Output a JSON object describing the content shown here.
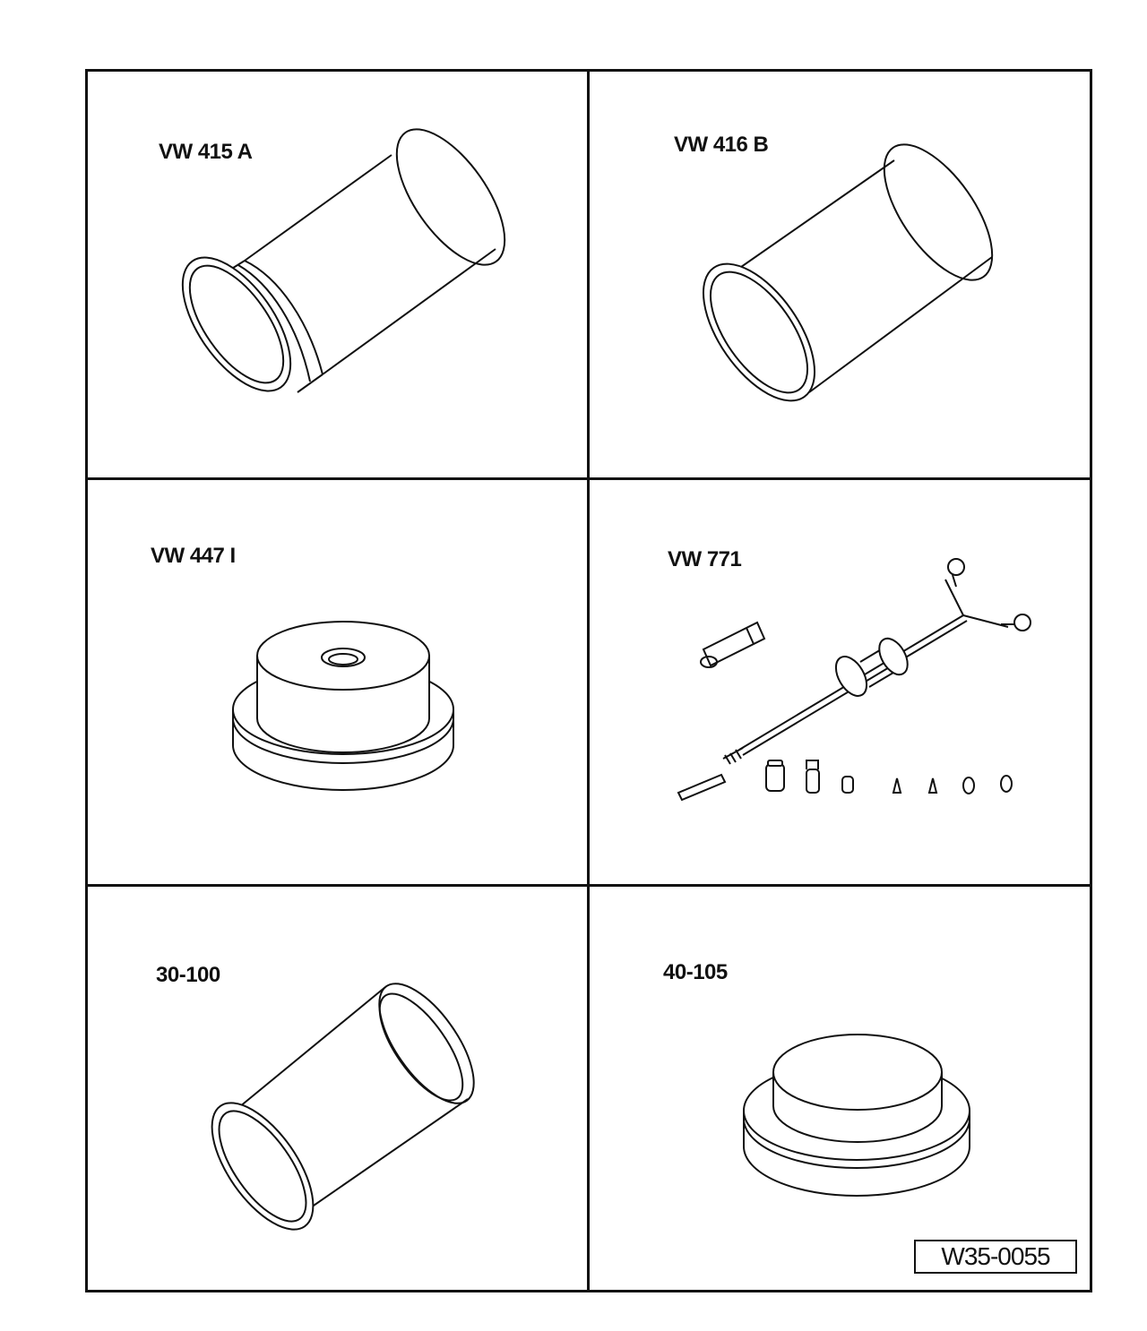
{
  "tools": [
    {
      "id": "VW 415 A",
      "shape": "sleeve-with-collar"
    },
    {
      "id": "VW 416 B",
      "shape": "sleeve"
    },
    {
      "id": "VW 447 I",
      "shape": "stepped-disc-with-bore"
    },
    {
      "id": "VW 771",
      "shape": "slide-hammer-kit"
    },
    {
      "id": "30-100",
      "shape": "sleeve"
    },
    {
      "id": "40-105",
      "shape": "stepped-disc"
    }
  ],
  "reference_code": "W35-0055",
  "colors": {
    "line": "#111111",
    "background": "#ffffff"
  }
}
